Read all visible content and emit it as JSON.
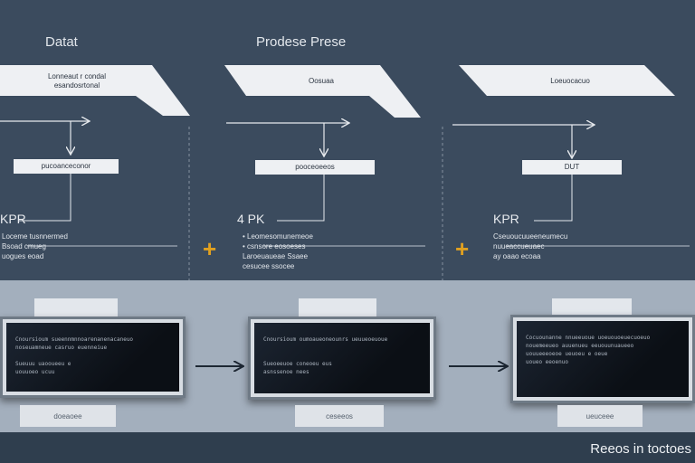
{
  "columns": [
    {
      "heading": "Datat",
      "banner_text": "Lonneaut r condal\nesandosrtonal",
      "box_text": "pucoanceconor",
      "kpi": "KPR",
      "description": "Loceme tusnnermed\nBsoad cmueg\nuogues eoad",
      "screen_text": "Cnoursioum sueennmnnoarenanenacaneuo\nnoseuamneue casruo euenneiue\n\nSueuuu uaooueeu e\nuouuoeo ucuu",
      "label_text": "doeaoee"
    },
    {
      "heading": "Prodese Prese",
      "banner_text": "Oosuaa",
      "box_text": "pooceoeeos",
      "kpi": "4 PK",
      "plus": "+",
      "description": "• Leomesomunemeoe\n• csnsore   eosoeses\nLaroeuaueae Ssaee\ncesucee  ssocee",
      "screen_text": "Cnoursioum oumoaueoneounrs ueuueoeuoue\n\n\nSueoeeuoe  coneoeu eus\nasnssenoe nees",
      "label_text": "ceseeos"
    },
    {
      "heading": "",
      "banner_text": "Loeuocacuo",
      "box_text": "DUT",
      "kpi": "KPR",
      "plus": "+",
      "description": "Cseuoucuueeneumecu\nnuueaccueuaec\nay oaao ecoaa",
      "screen_text": "Cocuounanne nnueeuoue uoeuouoeuecuoeuo\nnouemeeueo auuenueu eeuouunuaueeo\nuouueeeoeoe  ueuoeu e oeue\nuoueo eeoenuo",
      "label_text": "ueuceee"
    }
  ],
  "footer": "Reeos in toctoes"
}
